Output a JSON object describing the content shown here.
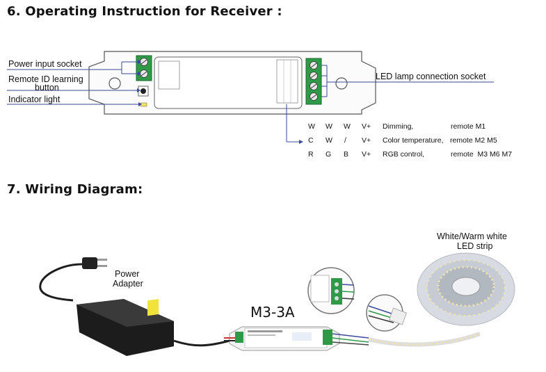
{
  "section6": {
    "title": "6. Operating Instruction for Receiver :"
  },
  "receiver_labels": {
    "power_input": "Power input socket",
    "remote_id_line1": "Remote ID learning",
    "remote_id_line2": "button",
    "indicator": "Indicator light",
    "led_socket": "LED lamp connection socket"
  },
  "output_table": [
    {
      "c1": "W",
      "c2": "W",
      "c3": "W",
      "c4": "V+",
      "mode": "Dimming,",
      "remote": "remote M1"
    },
    {
      "c1": "C",
      "c2": "W",
      "c3": "/",
      "c4": "V+",
      "mode": "Color temperature,",
      "remote": "remote M2 M5"
    },
    {
      "c1": "R",
      "c2": "G",
      "c3": "B",
      "c4": "V+",
      "mode": "RGB control,",
      "remote": "remote  M3 M6 M7"
    }
  ],
  "section7": {
    "title": "7. Wiring Diagram:"
  },
  "wiring": {
    "adapter_line1": "Power",
    "adapter_line2": "Adapter",
    "model": "M3-3A",
    "strip_line1": "White/Warm white",
    "strip_line2": "LED strip"
  },
  "colors": {
    "terminal_green": "#2e9a48",
    "line_blue": "#3a4a9a",
    "adapter_black": "#1c1c1c",
    "label_yellow": "#f2e33a"
  }
}
